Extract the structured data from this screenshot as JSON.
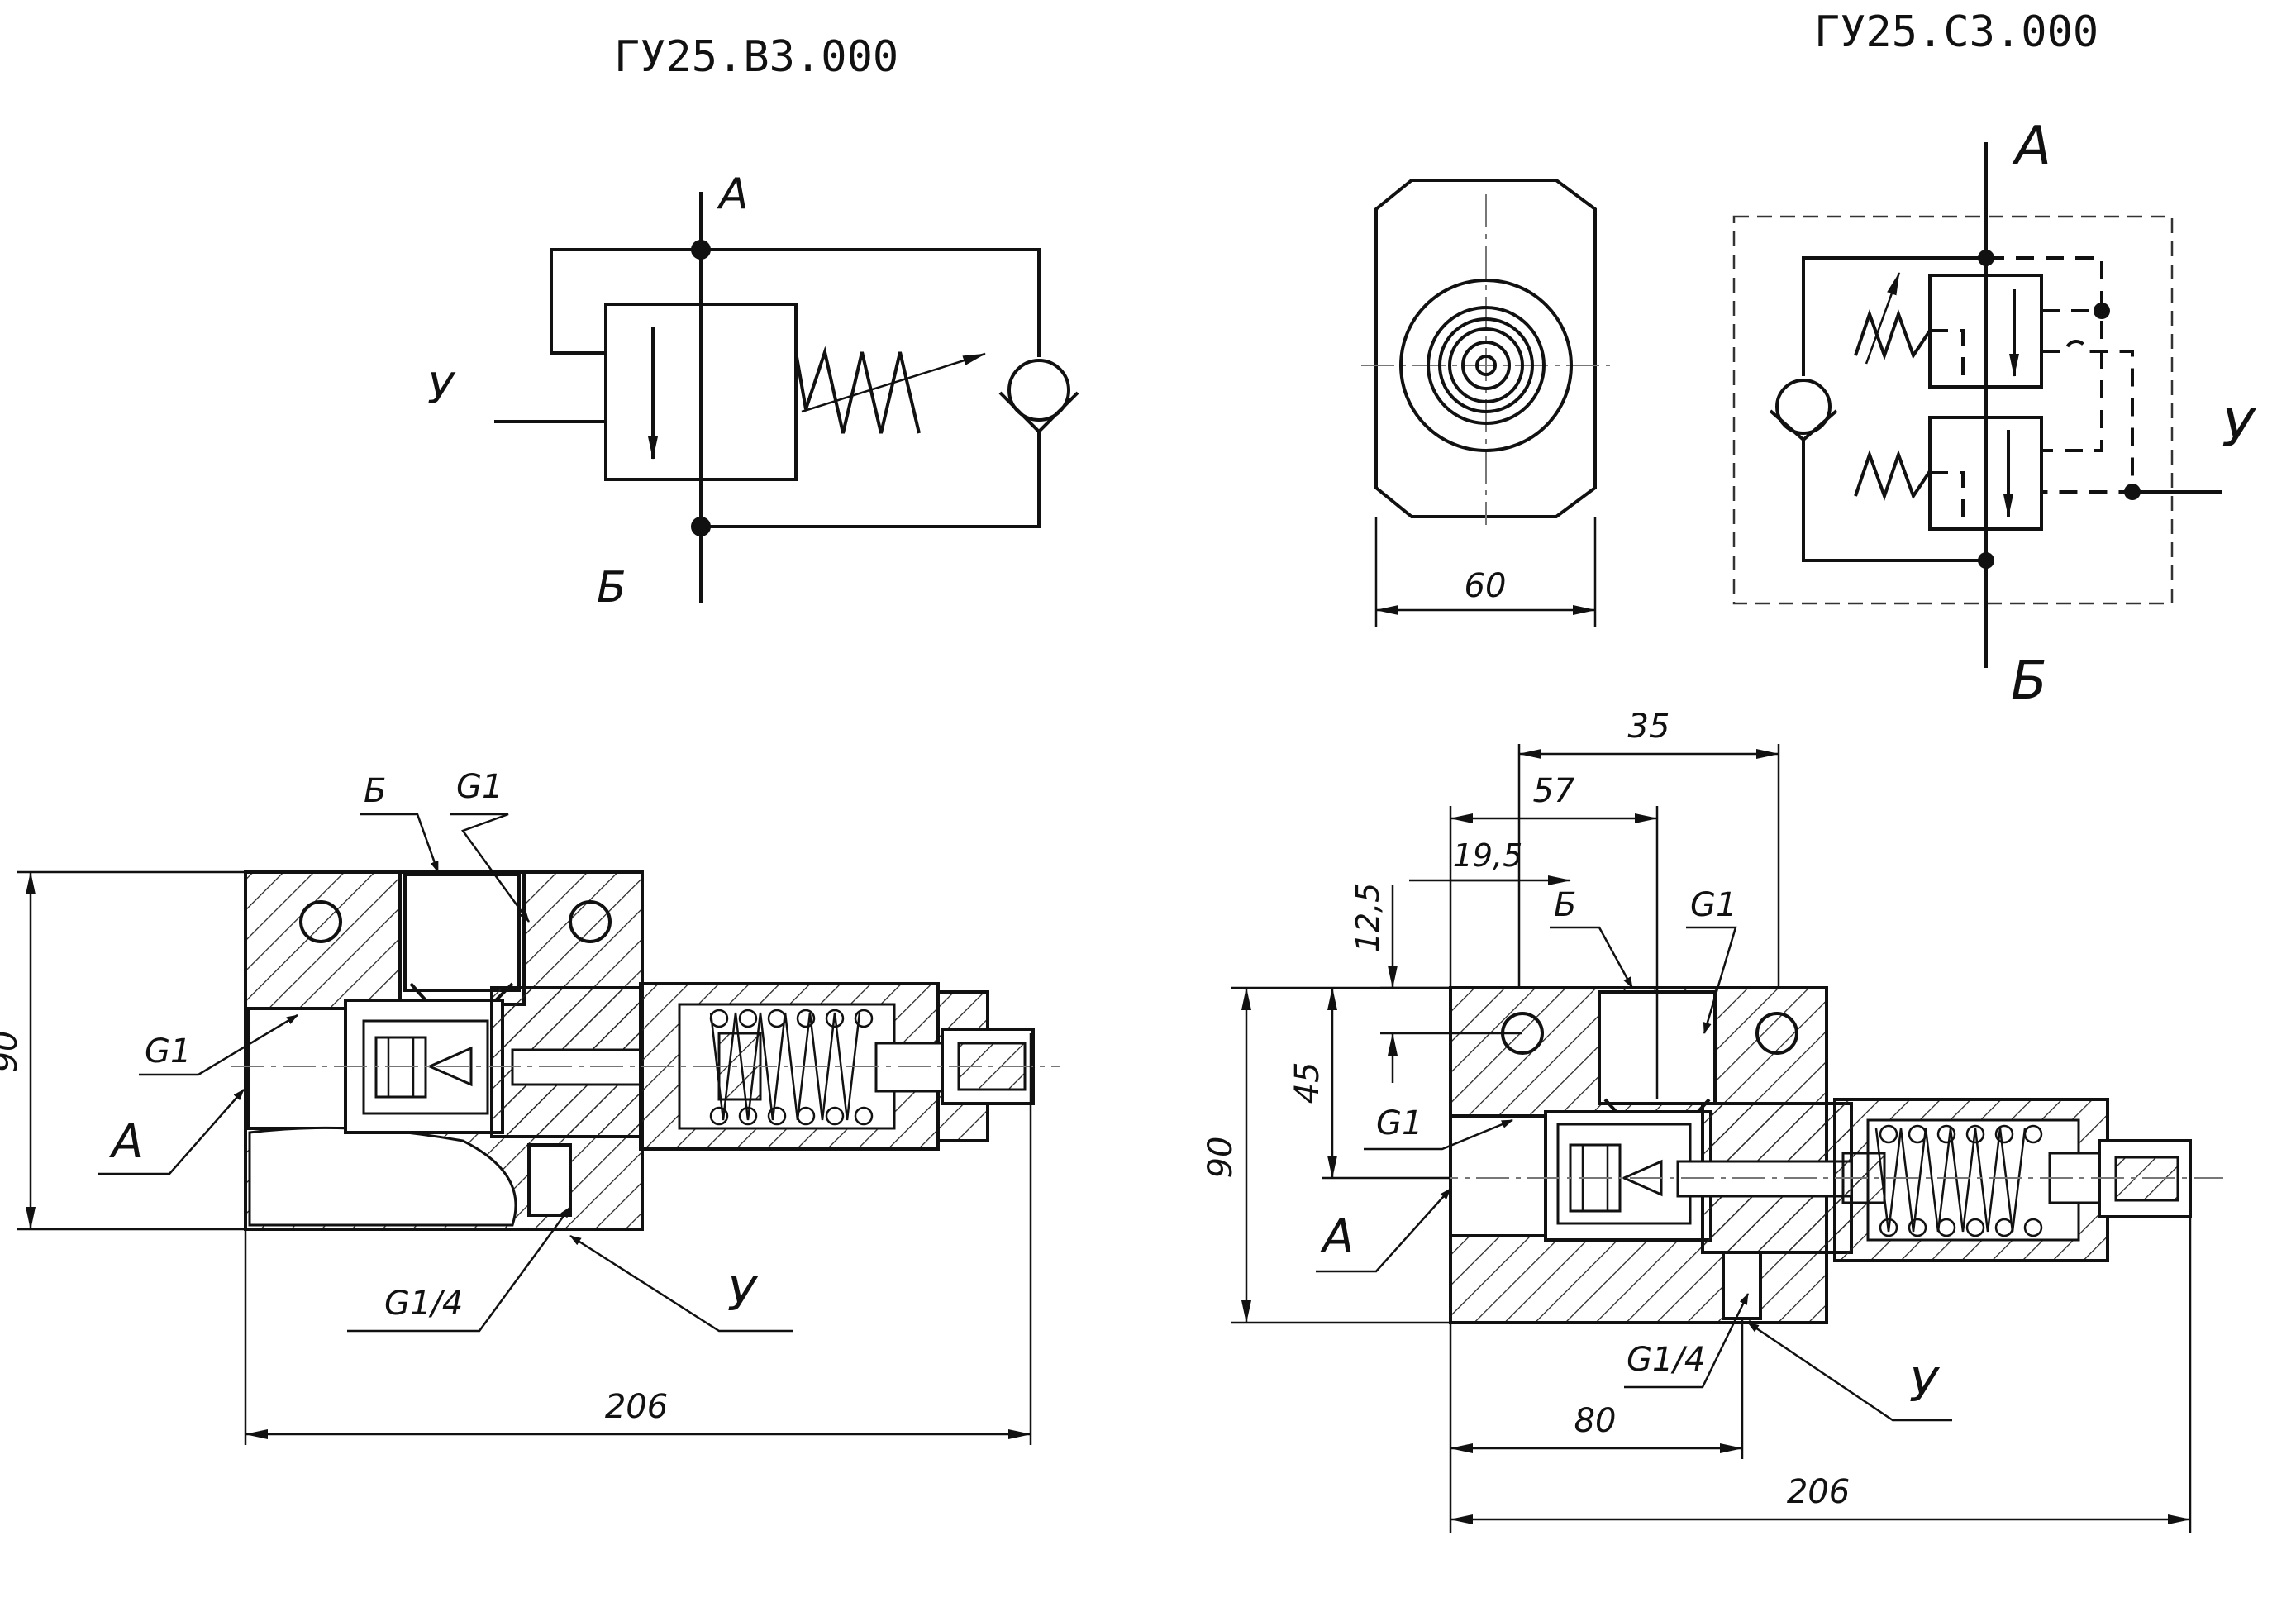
{
  "designations": {
    "left": "ГУ25.В3.000",
    "right": "ГУ25.С3.000"
  },
  "schematic_left": {
    "port_a": "А",
    "port_b": "Б",
    "port_u": "У"
  },
  "schematic_right": {
    "port_a": "А",
    "port_b": "Б",
    "port_u": "У"
  },
  "end_view": {
    "width_dim": "60"
  },
  "section_left": {
    "label_b": "Б",
    "thread_top": "G1",
    "thread_side": "G1",
    "label_a": "А",
    "thread_drain": "G1/4",
    "label_u": "У",
    "height_dim": "90",
    "length_dim": "206"
  },
  "section_right": {
    "dim_35": "35",
    "dim_57": "57",
    "dim_19_5": "19,5",
    "dim_12_5": "12,5",
    "label_b": "Б",
    "thread_top": "G1",
    "dim_45": "45",
    "thread_side": "G1",
    "height_dim": "90",
    "label_a": "А",
    "thread_drain": "G1/4",
    "label_u": "У",
    "dim_80": "80",
    "length_dim": "206"
  },
  "colors": {
    "ink": "#111111",
    "paper": "#ffffff"
  }
}
